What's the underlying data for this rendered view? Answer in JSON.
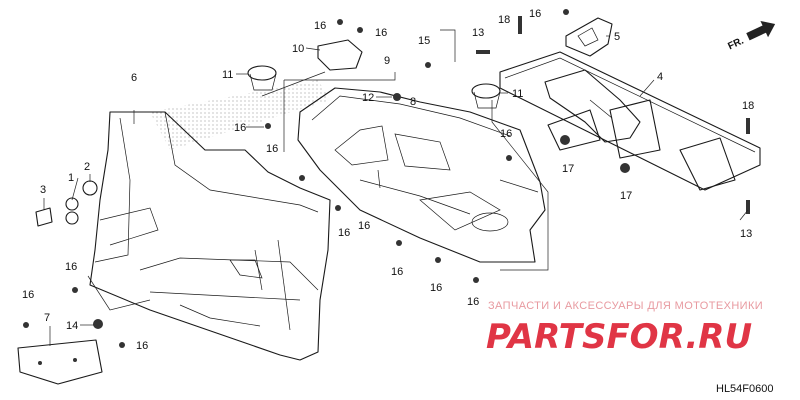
{
  "diagram": {
    "callouts": [
      "1",
      "2",
      "3",
      "4",
      "5",
      "6",
      "7",
      "8",
      "9",
      "10",
      "11",
      "12",
      "13",
      "14",
      "15",
      "16",
      "17",
      "18"
    ],
    "reference_code": "HL54F0600",
    "direction_label": "FR.",
    "watermark": {
      "line1": "ЗАПЧАСТИ И АКСЕССУАРЫ ДЛЯ МОТОТЕХНИКИ",
      "logo": "PARTSFOR.RU"
    }
  }
}
